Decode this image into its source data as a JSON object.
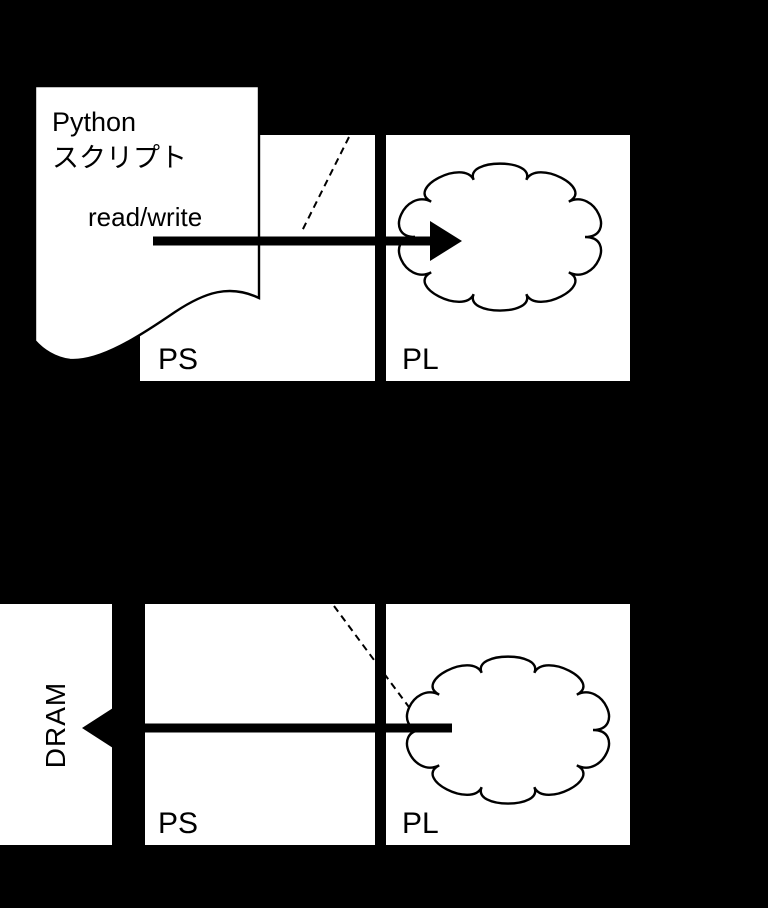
{
  "colors": {
    "background": "#000000",
    "surface": "#ffffff",
    "ink": "#000000"
  },
  "top": {
    "document_title": "Python\nスクリプト",
    "rw_label": "read/write",
    "ps": "PS",
    "pl": "PL"
  },
  "bottom": {
    "dram": "DRAM",
    "ps": "PS",
    "pl": "PL"
  }
}
